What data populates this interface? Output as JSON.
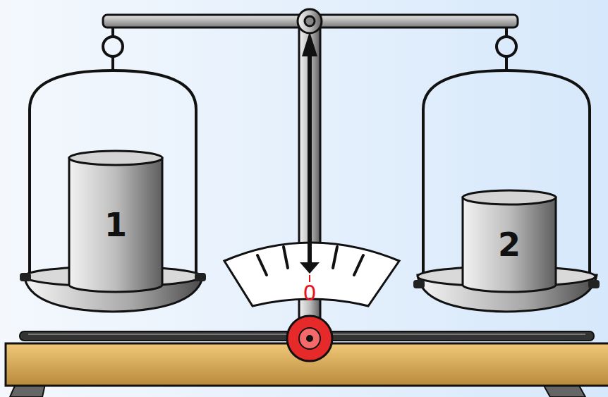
{
  "diagram": {
    "nodes": [
      {
        "text": [
          "1"
        ]
      },
      {
        "text": [
          "2"
        ]
      }
    ],
    "labels": [
      "0"
    ]
  }
}
